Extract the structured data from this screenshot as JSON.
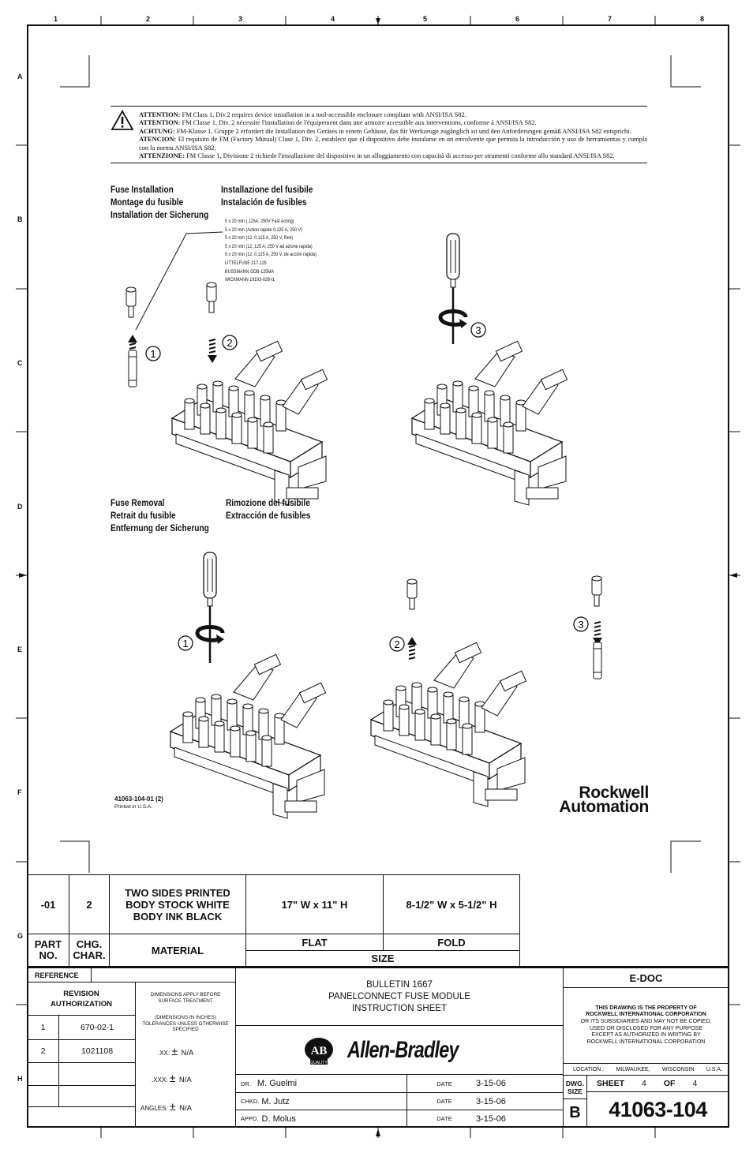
{
  "zones": {
    "columns": [
      "1",
      "2",
      "3",
      "4",
      "5",
      "6",
      "7",
      "8"
    ],
    "rows": [
      "A",
      "B",
      "C",
      "D",
      "E",
      "F",
      "G",
      "H"
    ]
  },
  "attention": {
    "lines": [
      {
        "label": "ATTENTION:",
        "text": " FM Class 1, Div.2 requires device installation in a tool-accessible enclosure compliant with ANSI/ISA S82."
      },
      {
        "label": "ATTENTION:",
        "text": " FM Classe 1, Div. 2 nécessite l'installation de l'équipement dans une armoire accessible aux interventions, conforme à ANSI/ISA S82."
      },
      {
        "label": "ACHTUNG:",
        "text": " FM-Klasse 1, Gruppe 2 erfordert die Installation des Gerätes in einem Gehäuse, das für Werkzeuge zugänglich ist und den Anforderungen gemäß ANSI/ISA S82 entspricht."
      },
      {
        "label": "ATENCION:",
        "text": " El requisito de FM (Factory Mutual) Clase 1, Div. 2, establece que el dispositivo debe instalarse en un envolvente que permita la introducción y uso de herramientas y cumpla con la norma ANSI/ISA S82."
      },
      {
        "label": "ATTENZIONE:",
        "text": " FM Classe 1, Divisione 2 richiede l'installazione del dispositivo in un alloggiamento con capacità di accesso per strumenti conforme allo standard ANSI/ISA S82."
      }
    ]
  },
  "install": {
    "col1": [
      "Fuse Installation",
      "Montage du fusible",
      "Installation der Sicherung"
    ],
    "col2": [
      "Installazione del fusibile",
      "Instalación de fusibles"
    ],
    "specs": [
      "5 x 20 mm (.125A, 250V Fast Acting)",
      "5 x 20 mm (Action rapide 0,125 A, 250 V)",
      "5 x 20 mm (12. 0,125 A, 250 V, flink)",
      "5 x 20 mm (12. 125 A, 250 V ad azione rapida)",
      "5 x 20 mm (12. 0,125 A, 250 V, de acción rápida)",
      "LITTELFUSE 217.125",
      "BUSSMANN GDB-125MA",
      "WICKMANN 19193-028-I1"
    ],
    "steps": [
      "1",
      "2",
      "3"
    ]
  },
  "removal": {
    "col1": [
      "Fuse Removal",
      "Retrait du fusible",
      "Entfernung der Sicherung"
    ],
    "col2": [
      "Rimozione del fusibile",
      "Extracción de fusibles"
    ],
    "steps": [
      "1",
      "2",
      "3"
    ]
  },
  "footer": {
    "part_code": "41063-104-01 (2)",
    "printed": "Printed in U.S.A.",
    "logo_line1": "Rockwell",
    "logo_line2": "Automation"
  },
  "material_block": {
    "part_no": "-01",
    "chg_char": "2",
    "material": "TWO SIDES PRINTED BODY STOCK WHITE BODY INK BLACK",
    "flat_size": "17\" W x 11\" H",
    "fold_size": "8-1/2\" W x 5-1/2\" H",
    "h_part": "PART NO.",
    "h_chg": "CHG. CHAR.",
    "h_material": "MATERIAL",
    "h_flat": "FLAT",
    "h_fold": "FOLD",
    "h_size": "SIZE"
  },
  "title_block": {
    "reference": "REFERENCE",
    "revision_auth": "REVISION AUTHORIZATION",
    "revisions": [
      {
        "no": "1",
        "auth": "670-02-1"
      },
      {
        "no": "2",
        "auth": "1021108"
      }
    ],
    "dim_note1": "DIMENSIONS APPLY BEFORE SURFACE TREATMENT",
    "dim_note2": "(DIMENSIONS IN INCHES) TOLERANCES UNLESS OTHERWISE SPECIFIED",
    "tol_xx_label": ".XX:",
    "tol_xxx_label": ".XXX:",
    "tol_angles_label": "ANGLES:",
    "tol_value": "N/A",
    "pm": "±",
    "title_lines": [
      "BULLETIN 1667",
      "PANELCONNECT FUSE MODULE",
      "INSTRUCTION SHEET"
    ],
    "ab_badge": "AB",
    "ab_sub": "QUALITY",
    "brand": "Allen-Bradley",
    "edoc": "E-DOC",
    "property": [
      "THIS DRAWING IS THE PROPERTY OF",
      "ROCKWELL INTERNATIONAL CORPORATION",
      "OR ITS SUBSIDIARIES AND MAY NOT BE COPIED,",
      "USED OR DISCLOSED FOR ANY PURPOSE",
      "EXCEPT AS AUTHORIZED IN WRITING BY",
      "ROCKWELL INTERNATIONAL CORPORATION"
    ],
    "location_label": "LOCATION :",
    "location_city": "MILWAUKEE,",
    "location_state": "WISCONSIN",
    "location_country": "U.S.A.",
    "dr_label": "DR.",
    "dr": "M. Guelmi",
    "chkd_label": "CHKD.",
    "chkd": "M. Jutz",
    "appd_label": "APPD.",
    "appd": "D. Molus",
    "date_label": "DATE",
    "dates": [
      "3-15-06",
      "3-15-06",
      "3-15-06"
    ],
    "dwg_size_label": "DWG. SIZE",
    "dwg_size": "B",
    "sheet_label": "SHEET",
    "sheet": "4",
    "of_label": "OF",
    "of": "4",
    "dwg_no": "41063-104"
  }
}
